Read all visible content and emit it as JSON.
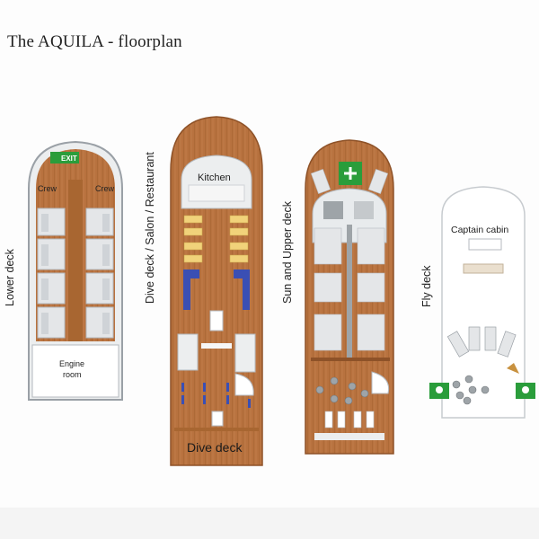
{
  "title": "The AQUILA - floorplan",
  "decks": [
    {
      "label": "Lower deck",
      "rooms": [
        "Crew",
        "Crew"
      ],
      "engine_room": "Engine\nroom",
      "exit_sign": "EXIT"
    },
    {
      "label": "Dive deck / Salon / Restaurant",
      "kitchen": "Kitchen",
      "bottom": "Dive deck"
    },
    {
      "label": "Sun and Upper deck"
    },
    {
      "label": "Fly deck",
      "cabin": "Captain cabin"
    }
  ],
  "colors": {
    "wood": "#b8723f",
    "wood_dark": "#8e5228",
    "hull_grey": "#d9dde0",
    "exit_green": "#2a9d3b",
    "sofa_blue": "#3a4fb4"
  }
}
